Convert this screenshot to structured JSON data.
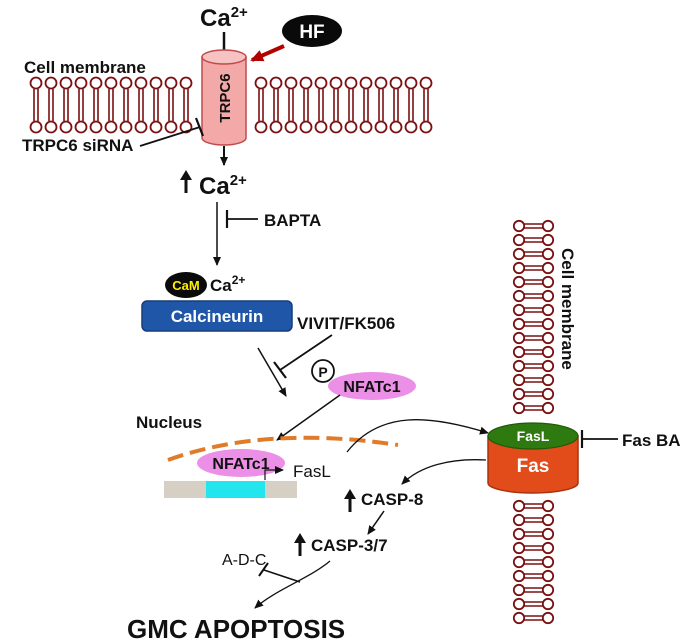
{
  "calcium_top": {
    "base": "Ca",
    "sup": "2+"
  },
  "hf_label": "HF",
  "membrane_label": "Cell membrane",
  "channel_label": "TRPC6",
  "sirna_label": "TRPC6 siRNA",
  "calcium_increase": {
    "base": "Ca",
    "sup": "2+"
  },
  "bapta_label": "BAPTA",
  "cam_label": "CaM",
  "cam_calcium": {
    "base": "Ca",
    "sup": "2+"
  },
  "calcineurin_label": "Calcineurin",
  "vivit_label": "VIVIT/FK506",
  "phospho_label": "P",
  "nfatc1_cyto_label": "NFATc1",
  "nucleus_label": "Nucleus",
  "nfatc1_nuc_label": "NFATc1",
  "fasl_gene_label": "FasL",
  "casp8_label": "CASP-8",
  "casp37_label": "CASP-3/7",
  "adc_label": "A-D-C",
  "apoptosis_label": "GMC APOPTOSIS",
  "membrane_right_label": "Cell membrane",
  "fasl_receptor_label": "FasL",
  "fas_label": "Fas",
  "fasba_label": "Fas BA",
  "colors": {
    "lipid": "#7a1010",
    "channel": "#f4a9a9",
    "calcineurin": "#1f56a8",
    "nfatc1": "#ec8fe6",
    "cam": "#ffee00",
    "nucleus": "#e07b2a",
    "gene_segment": "#22e5ee",
    "fas": "#e24b1a",
    "fasl_receptor": "#2f7a10",
    "arrow_red": "#b30000"
  }
}
